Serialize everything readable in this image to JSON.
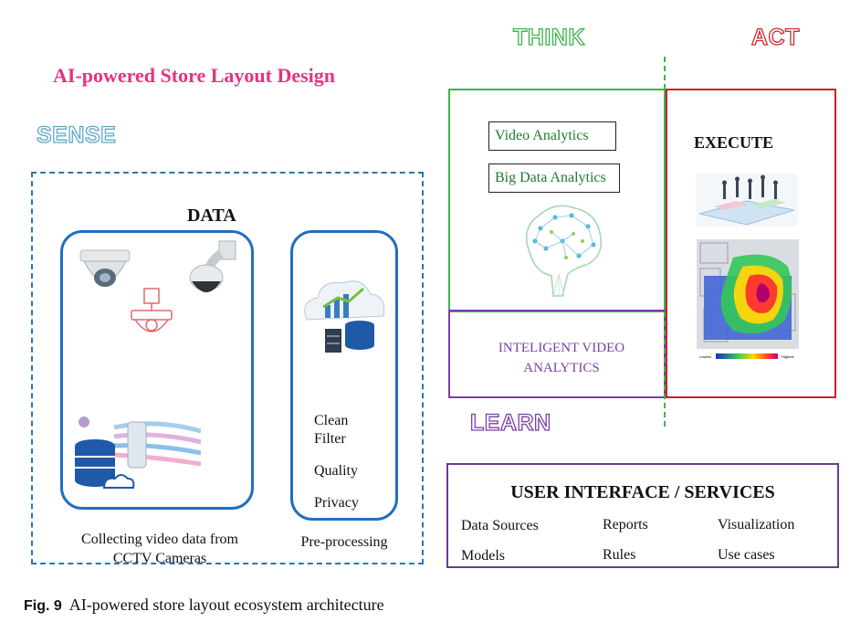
{
  "title": "AI-powered Store Layout Design",
  "stages": {
    "sense": "SENSE",
    "think": "THINK",
    "act": "ACT",
    "learn": "LEARN"
  },
  "sense": {
    "data_heading": "DATA",
    "collect_caption_line1": "Collecting video data from",
    "collect_caption_line2": "CCTV Cameras",
    "prep_items": [
      "Clean",
      "Filter",
      "Quality",
      "Privacy"
    ],
    "prep_caption": "Pre-processing"
  },
  "think": {
    "boxes": [
      "Video Analytics",
      "Big Data Analytics"
    ]
  },
  "learn": {
    "text_line1": "INTELIGENT VIDEO",
    "text_line2": "ANALYTICS"
  },
  "act": {
    "heading": "EXECUTE",
    "heatmap_legend_low": "Lowest",
    "heatmap_legend_high": "Highest"
  },
  "ui": {
    "heading": "USER INTERFACE / SERVICES",
    "items": [
      "Data Sources",
      "Reports",
      "Visualization",
      "Models",
      "Rules",
      "Use cases"
    ]
  },
  "caption": {
    "label": "Fig. 9",
    "text": "AI-powered store layout ecosystem architecture"
  },
  "colors": {
    "title": "#e8327f",
    "sense": "#62a8c6",
    "think": "#3cb44a",
    "act": "#d7262b",
    "learn": "#7a3fa7",
    "panel": "#1f6fc0"
  },
  "icons": [
    "dome-camera-icon",
    "ptz-camera-icon",
    "cctv-icon",
    "database-cloud-icon",
    "analytics-cloud-icon",
    "brain-network-icon",
    "store-people-icon",
    "heatmap-icon"
  ]
}
